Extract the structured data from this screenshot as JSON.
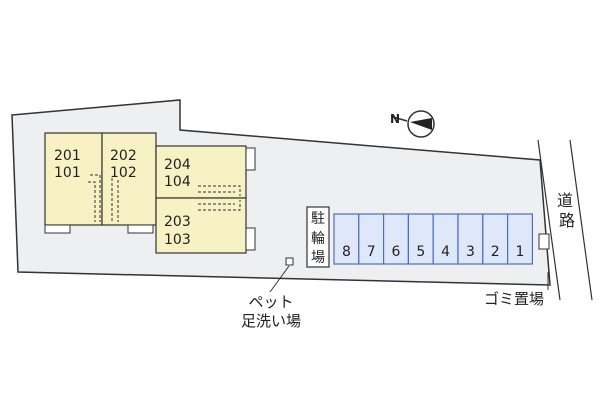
{
  "colors": {
    "lot_fill": "#eeeff0",
    "lot_stroke": "#333333",
    "building_fill": "#f7f2c4",
    "parking_fill": "#dfe8fb",
    "parking_stroke": "#4a6fbf",
    "text": "#222222"
  },
  "buildings": [
    {
      "name": "building-201-101",
      "upper": "201",
      "lower": "101"
    },
    {
      "name": "building-202-102",
      "upper": "202",
      "lower": "102"
    },
    {
      "name": "building-204-104",
      "upper": "204",
      "lower": "104"
    },
    {
      "name": "building-203-103",
      "upper": "203",
      "lower": "103"
    }
  ],
  "bicycle_parking": {
    "chars": [
      "駐",
      "輪",
      "場"
    ]
  },
  "parking_slots": [
    "8",
    "7",
    "6",
    "5",
    "4",
    "3",
    "2",
    "1"
  ],
  "road": {
    "chars": [
      "道",
      "路"
    ]
  },
  "garbage_label": "ゴミ置場",
  "pet_footwash": {
    "line1": "ペット",
    "line2": "足洗い場"
  },
  "compass": {
    "north_label": "N",
    "icon": "compass-north-arrow"
  }
}
